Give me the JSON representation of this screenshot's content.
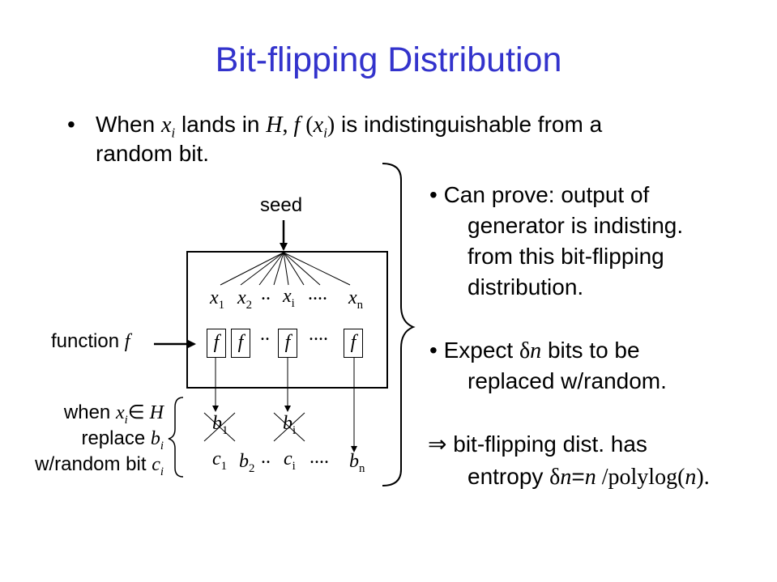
{
  "slide": {
    "title": "Bit-flipping Distribution",
    "intro": {
      "bullet": "•",
      "when": "When ",
      "xi": "x",
      "xi_sub": "i",
      "lands": " lands in ",
      "H": "H",
      "comma": ", ",
      "f": "f",
      "fx_open": " (",
      "fx_x": "x",
      "fx_sub": "i",
      "fx_close": ")",
      "rest": " is indistinguishable from a",
      "line2": "random bit."
    },
    "diagram": {
      "seed_label": "seed",
      "function_label": "function ",
      "function_f": "f",
      "inputs": {
        "x1": "x",
        "x1_sub": "1",
        "x2": "x",
        "x2_sub": "2",
        "dots_a": "..",
        "xi": "x",
        "xi_sub": "i",
        "dots_b": "....",
        "xn": "x",
        "xn_sub": "n"
      },
      "f_boxes": [
        "f",
        "f",
        "f",
        "f"
      ],
      "f_dots_a": "..",
      "f_dots_b": "....",
      "crossed": {
        "b1": "b",
        "b1_sub": "1",
        "bi": "b",
        "bi_sub": "i"
      },
      "outputs": {
        "c1": "c",
        "c1_sub": "1",
        "b2": "b",
        "b2_sub": "2",
        "dots_a": "..",
        "ci": "c",
        "ci_sub": "i",
        "dots_b": "....",
        "bn": "b",
        "bn_sub": "n"
      },
      "side_note": {
        "line1_pre": "when ",
        "line1_x": "x",
        "line1_sub": "i",
        "line1_in": "∈",
        "line1_H": " H",
        "line2_pre": "replace ",
        "line2_b": "b",
        "line2_sub": "i",
        "line3_pre": "w/random bit ",
        "line3_c": "c",
        "line3_sub": "i"
      }
    },
    "right": {
      "p1_line1": "• Can prove: output of",
      "p1_line2": "generator is indisting.",
      "p1_line3": "from this bit-flipping",
      "p1_line4": "distribution.",
      "p2_pre": "• Expect ",
      "p2_delta": "δ",
      "p2_n": "n",
      "p2_post": " bits to be",
      "p2_line2": "replaced w/random.",
      "p3_implies": "⇒",
      "p3_line1": " bit-flipping dist. has",
      "p3_line2_pre": "entropy ",
      "p3_delta": "δ",
      "p3_n": "n",
      "p3_eq": "=",
      "p3_n2": "n",
      "p3_slash": " /polylog(",
      "p3_n3": "n",
      "p3_close": ")."
    }
  }
}
